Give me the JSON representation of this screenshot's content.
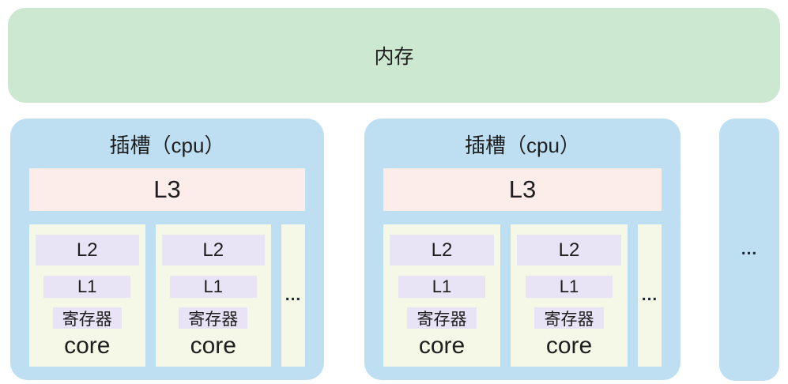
{
  "memory": {
    "label": "内存"
  },
  "sockets": [
    {
      "title": "插槽（cpu）",
      "l3_label": "L3",
      "cores": [
        {
          "l2": "L2",
          "l1": "L1",
          "register": "寄存器",
          "core_label": "core"
        },
        {
          "l2": "L2",
          "l1": "L1",
          "register": "寄存器",
          "core_label": "core"
        }
      ],
      "more_cores_label": "..."
    },
    {
      "title": "插槽（cpu）",
      "l3_label": "L3",
      "cores": [
        {
          "l2": "L2",
          "l1": "L1",
          "register": "寄存器",
          "core_label": "core"
        },
        {
          "l2": "L2",
          "l1": "L1",
          "register": "寄存器",
          "core_label": "core"
        }
      ],
      "more_cores_label": "..."
    }
  ],
  "more_sockets_label": "...",
  "colors": {
    "memory_green": "#cde8d1",
    "socket_blue": "#bedff2",
    "l3_pink": "#fcecea",
    "cache_lavender": "#e9e3f6",
    "core_cream": "#f5f8e6",
    "text_dark": "#1e1e1e",
    "ellipsis_dark": "#1a2836"
  }
}
